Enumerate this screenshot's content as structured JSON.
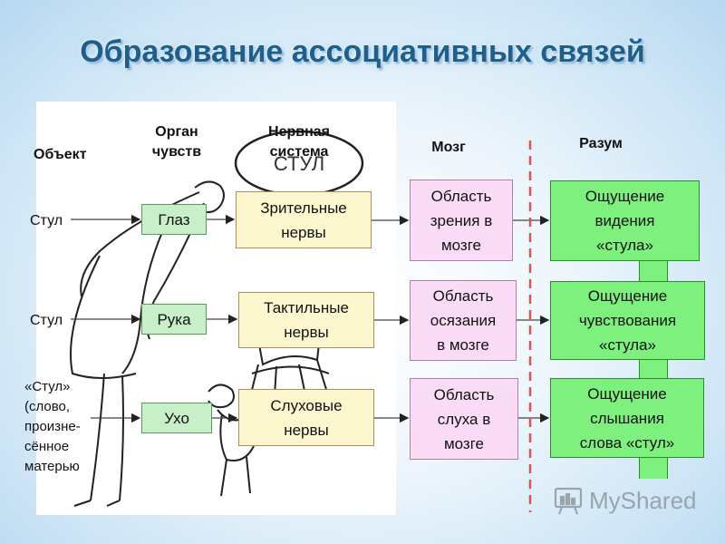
{
  "title": "Образование ассоциативных связей",
  "headers": {
    "object": "Объект",
    "organ": "Орган\nчувств",
    "nervous": "Нервная\nсистема",
    "brain": "Мозг",
    "mind": "Разум"
  },
  "illustration": {
    "sign_text": "СТУЛ"
  },
  "rows": [
    {
      "object": "Стул",
      "organ": "Глаз",
      "nerve": "Зрительные\nнервы",
      "brain": "Область\nзрения в\nмозге",
      "mind": "Ощущение\nвидения\n«стула»"
    },
    {
      "object": "Стул",
      "organ": "Рука",
      "nerve": "Тактильные\nнервы",
      "brain": "Область\nосязания\nв мозге",
      "mind": "Ощущение\nчувствования\n«стула»"
    },
    {
      "object": "«Стул»\n(слово,\nпроизне-\nсённое\nматерью",
      "organ": "Ухо",
      "nerve": "Слуховые\nнервы",
      "brain": "Область\nслуха в\nмозге",
      "mind": "Ощущение\nслышания\nслова «стул»"
    }
  ],
  "watermark": {
    "brand": "MyShared"
  },
  "colors": {
    "title": "#1f5f8b",
    "organ_fill": "#c8f0c8",
    "nerve_fill": "#fdf7cf",
    "brain_fill": "#fbdcf6",
    "mind_fill": "#7ef07e",
    "divider": "#d9534f"
  }
}
